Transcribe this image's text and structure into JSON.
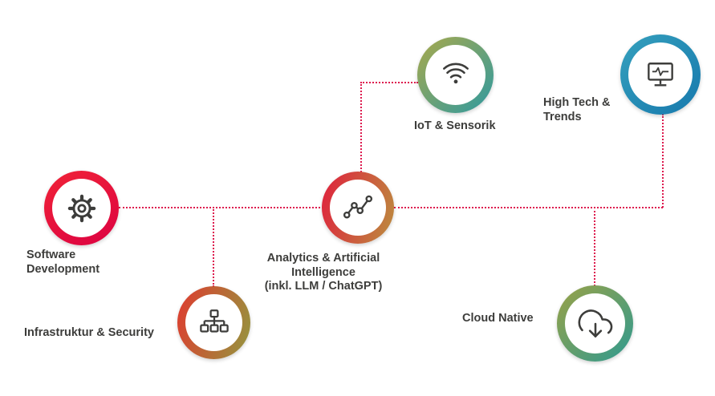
{
  "diagram": {
    "background": "#ffffff",
    "connector_color": "#dd1a4e",
    "text_color": "#3d3d3b",
    "nodes": [
      {
        "id": "software-development",
        "label": "Software\nDevelopment",
        "icon": "gear-icon",
        "ring_colors": [
          "#f02337",
          "#dc0242"
        ]
      },
      {
        "id": "infrastruktur-security",
        "label": "Infrastruktur & Security",
        "icon": "network-icon",
        "ring_colors": [
          "#e03a2f",
          "#93973e"
        ]
      },
      {
        "id": "analytics-ai",
        "label": "Analytics & Artificial\nIntelligence\n(inkl. LLM / ChatGPT)",
        "icon": "line-chart-icon",
        "ring_colors": [
          "#e01f3d",
          "#bb8e3e"
        ]
      },
      {
        "id": "iot-sensorik",
        "label": "IoT & Sensorik",
        "icon": "wifi-icon",
        "ring_colors": [
          "#a9a94b",
          "#2f9aa0"
        ]
      },
      {
        "id": "high-tech-trends",
        "label": "High Tech &\nTrends",
        "icon": "monitor-icon",
        "ring_colors": [
          "#35a0bd",
          "#1779ad"
        ]
      },
      {
        "id": "cloud-native",
        "label": "Cloud Native",
        "icon": "cloud-download-icon",
        "ring_colors": [
          "#9aa246",
          "#2f9a90"
        ]
      }
    ],
    "connections": [
      {
        "from": "software-development",
        "to": "analytics-ai"
      },
      {
        "from": "software-development",
        "to": "infrastruktur-security"
      },
      {
        "from": "analytics-ai",
        "to": "iot-sensorik"
      },
      {
        "from": "analytics-ai",
        "to": "high-tech-trends"
      },
      {
        "from": "analytics-ai",
        "to": "cloud-native"
      }
    ]
  }
}
